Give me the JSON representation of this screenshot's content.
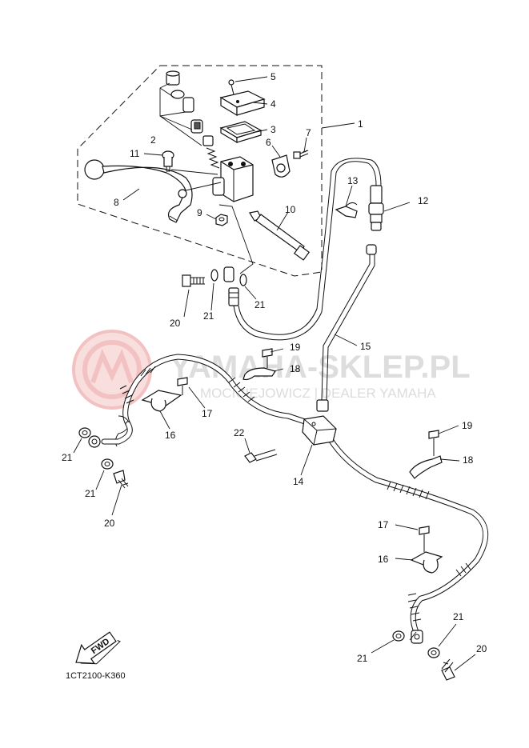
{
  "diagram_code": "1CT2100-K360",
  "watermark": {
    "main": "YAMAHA-SKLEP.PL",
    "sub": "MOCICIEJOWICZ | DEALER YAMAHA"
  },
  "fwd_label": "FWD",
  "callouts": {
    "c1": "1",
    "c2": "2",
    "c3": "3",
    "c4": "4",
    "c5": "5",
    "c6": "6",
    "c7": "7",
    "c8": "8",
    "c9": "9",
    "c10": "10",
    "c11": "11",
    "c12": "12",
    "c13": "13",
    "c14": "14",
    "c15": "15",
    "c16a": "16",
    "c16b": "16",
    "c17a": "17",
    "c17b": "17",
    "c18a": "18",
    "c18b": "18",
    "c19a": "19",
    "c19b": "19",
    "c20a": "20",
    "c20b": "20",
    "c20c": "20",
    "c21a": "21",
    "c21b": "21",
    "c21c": "21",
    "c21d": "21",
    "c21e": "21",
    "c21f": "21",
    "c22": "22"
  },
  "colors": {
    "line": "#111111",
    "watermark": "#dddddd",
    "watermark_logo": "#f2c2c2"
  },
  "icons": [
    "fwd-arrow-icon",
    "yamaha-logo-icon"
  ]
}
